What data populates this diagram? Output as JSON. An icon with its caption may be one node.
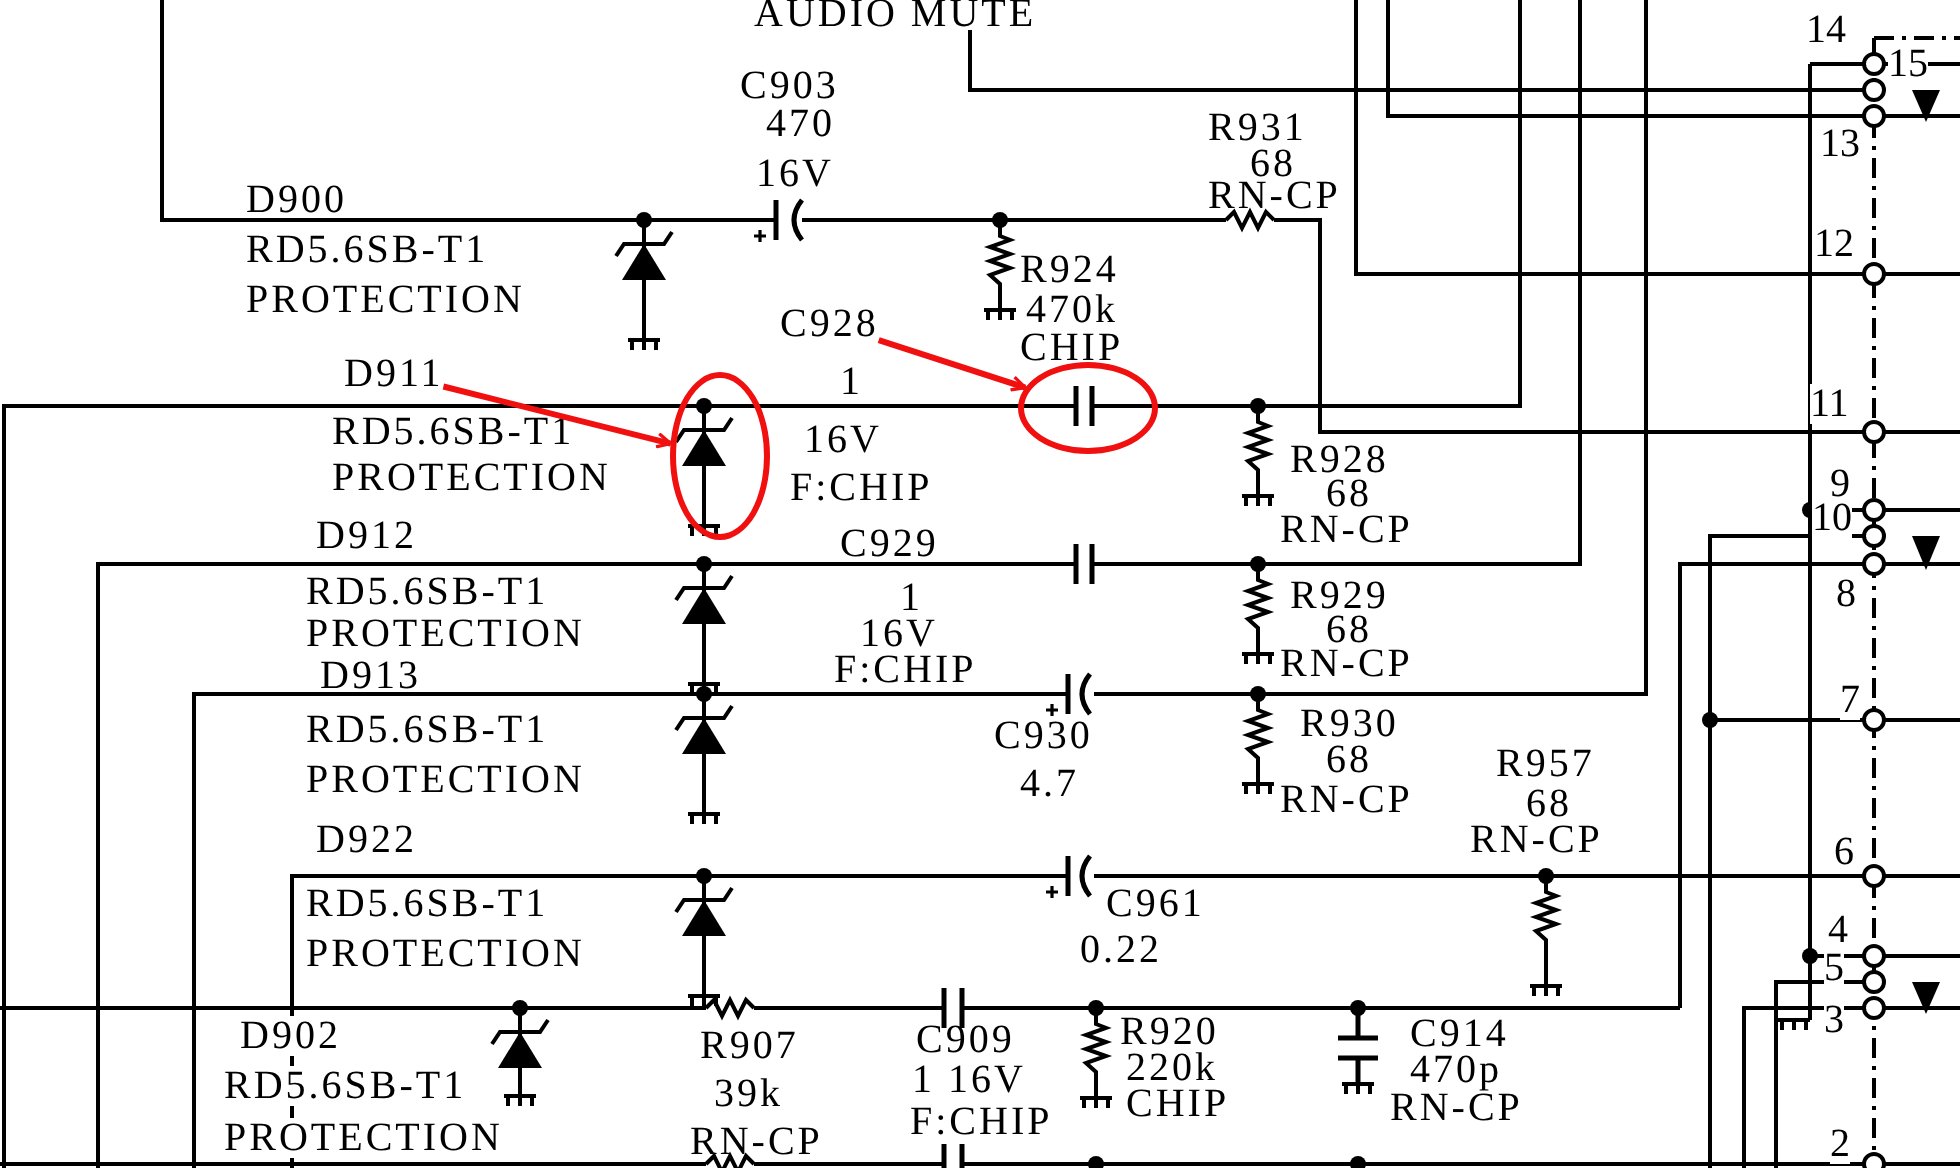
{
  "diagram": {
    "nodes": [
      {
        "text": [
          "D911"
        ]
      },
      {
        "text": [],
        "shape": "circle"
      },
      {
        "text": [
          "C928"
        ]
      },
      {
        "text": [],
        "shape": "circle"
      }
    ],
    "edges": [
      {
        "from": 0,
        "to": 1,
        "arrow": "to"
      },
      {
        "from": 2,
        "to": 3,
        "arrow": "to"
      }
    ],
    "labels": [
      "AUDIO MUTE",
      "C903",
      "470",
      "R931",
      "68",
      "16V",
      "D900",
      "RN-CP",
      "RD5.6SB-T1",
      "R924",
      "PROTECTION",
      "470k",
      "CHIP",
      "1",
      "RD5.6SB-T1",
      "16V",
      "R928",
      "PROTECTION",
      "F:CHIP",
      "68",
      "RN-CP",
      "D912",
      "C929",
      "RD5.6SB-T1",
      "R929",
      "1",
      "68",
      "PROTECTION",
      "16V",
      "RN-CP",
      "F:CHIP",
      "D913",
      "R930",
      "RD5.6SB-T1",
      "C930",
      "68",
      "R957",
      "4.7",
      "PROTECTION",
      "RN-CP",
      "68",
      "RN-CP",
      "D922",
      "RD5.6SB-T1",
      "C961",
      "0.22",
      "PROTECTION",
      "D902",
      "R920",
      "C914",
      "R907",
      "C909",
      "220k",
      "470p",
      "1 16V",
      "RD5.6SB-T1",
      "39k",
      "CHIP",
      "RN-CP",
      "F:CHIP",
      "PROTECTION",
      "RN-CP",
      "14",
      "15",
      "13",
      "12",
      "11",
      "9",
      "10",
      "8",
      "7",
      "6",
      "4",
      "5",
      "3",
      "2"
    ]
  }
}
